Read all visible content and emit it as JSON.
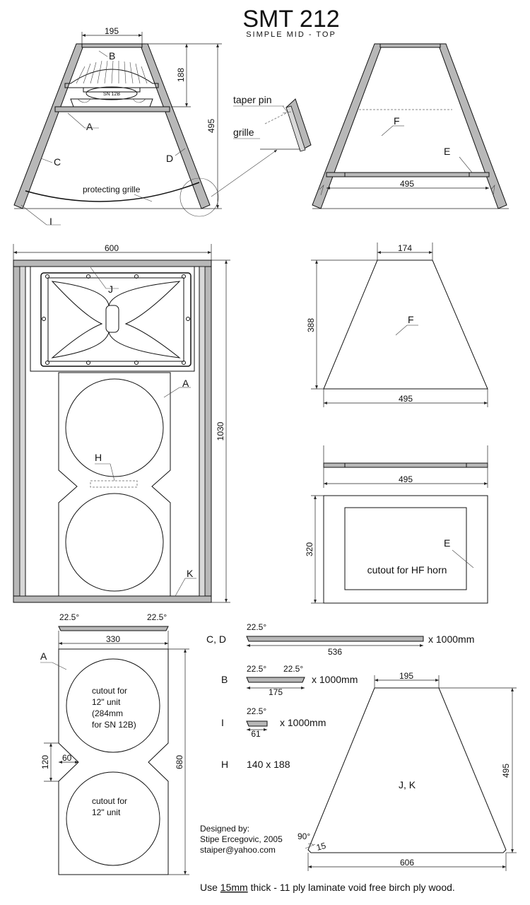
{
  "title": "SMT 212",
  "subtitle": "SIMPLE MID - TOP",
  "front_view": {
    "dim_top": "195",
    "dim_height_inner": "188",
    "dim_height_total": "495",
    "label_b": "B",
    "label_a": "A",
    "label_c": "C",
    "label_d": "D",
    "label_i": "I",
    "driver_label": "SN 12B",
    "protecting_grille": "protecting grille"
  },
  "detail": {
    "taper_pin": "taper pin",
    "grille": "grille"
  },
  "back_view": {
    "label_f": "F",
    "label_e": "E",
    "dim_width": "495"
  },
  "side_view": {
    "dim_width": "600",
    "dim_height": "1030",
    "label_j": "J",
    "label_a": "A",
    "label_h": "H",
    "label_k": "K"
  },
  "panel_f": {
    "dim_top": "174",
    "dim_height": "388",
    "dim_bottom": "495",
    "label": "F"
  },
  "panel_e": {
    "dim_width_top": "495",
    "dim_height": "320",
    "label": "E",
    "cutout_text": "cutout for HF horn"
  },
  "panel_a": {
    "angle_left": "22.5°",
    "angle_right": "22.5°",
    "dim_width": "330",
    "label": "A",
    "cutout_top_line1": "cutout for",
    "cutout_top_line2": "12\" unit",
    "cutout_top_line3": "(284mm",
    "cutout_top_line4": "for SN 12B)",
    "cutout_bottom_line1": "cutout for",
    "cutout_bottom_line2": "12\" unit",
    "dim_notch_height": "120",
    "dim_notch_depth": "60",
    "dim_height": "680"
  },
  "parts": {
    "cd_label": "C, D",
    "cd_angle": "22.5°",
    "cd_length": "536",
    "cd_qty": "x 1000mm",
    "b_label": "B",
    "b_angle_left": "22.5°",
    "b_angle_right": "22.5°",
    "b_length": "175",
    "b_qty": "x 1000mm",
    "i_label": "I",
    "i_angle": "22.5°",
    "i_length": "61",
    "i_qty": "x 1000mm",
    "h_label": "H",
    "h_size": "140 x 188"
  },
  "panel_jk": {
    "dim_top": "195",
    "dim_height": "495",
    "dim_bottom": "606",
    "label": "J, K",
    "angle": "90°",
    "edge": "15"
  },
  "credits": {
    "line1": "Designed by:",
    "line2": "Stipe Ercegovic, 2005",
    "line3": "staiper@yahoo.com"
  },
  "footer": {
    "pre": "Use ",
    "thickness": "15mm",
    "post": " thick - 11 ply laminate void free birch ply wood."
  }
}
